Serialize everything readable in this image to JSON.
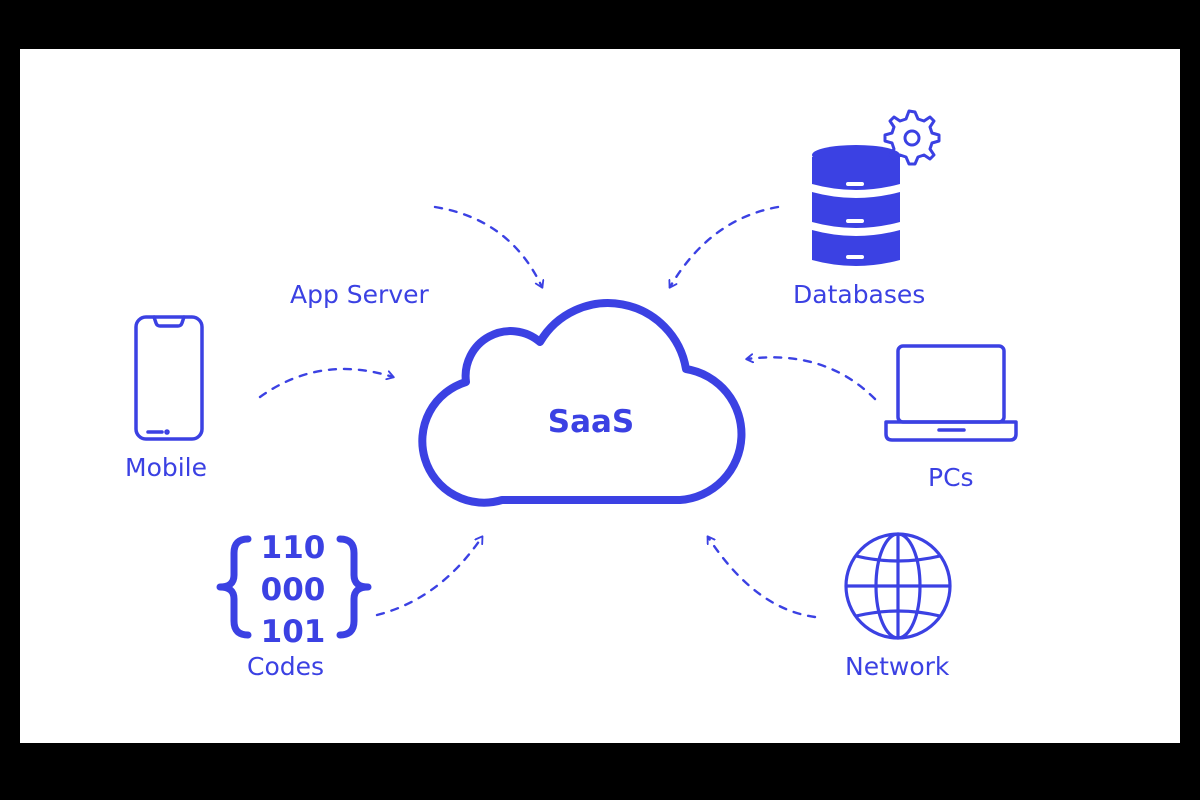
{
  "colors": {
    "accent": "#3b41e3",
    "background": "#ffffff",
    "frame": "#000000"
  },
  "center": {
    "label": "SaaS",
    "icon": "cloud-icon"
  },
  "nodes": {
    "app_server": {
      "label": "App Server"
    },
    "databases": {
      "label": "Databases",
      "icon": "database-icon"
    },
    "mobile": {
      "label": "Mobile",
      "icon": "smartphone-icon"
    },
    "pcs": {
      "label": "PCs",
      "icon": "laptop-icon"
    },
    "codes": {
      "label": "Codes",
      "icon": "binary-code-icon",
      "lines": [
        "110",
        "000",
        "101"
      ]
    },
    "network": {
      "label": "Network",
      "icon": "globe-icon"
    }
  }
}
